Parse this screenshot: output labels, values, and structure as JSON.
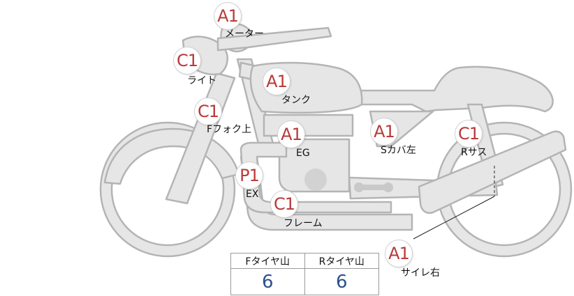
{
  "colors": {
    "bike_fill": "#e6e6e6",
    "bike_stroke": "#b4b4b4",
    "grade_text": "#b83a3a",
    "tread_value": "#2d4f8f"
  },
  "parts": [
    {
      "id": "meter",
      "grade": "A1",
      "label": "メーター"
    },
    {
      "id": "light",
      "grade": "C1",
      "label": "ライト"
    },
    {
      "id": "tank",
      "grade": "A1",
      "label": "タンク"
    },
    {
      "id": "front-fork-top",
      "grade": "C1",
      "label": "Fフォク上"
    },
    {
      "id": "engine",
      "grade": "A1",
      "label": "EG"
    },
    {
      "id": "side-cover-left",
      "grade": "A1",
      "label": "Sカバ左"
    },
    {
      "id": "rear-suspension",
      "grade": "C1",
      "label": "Rサス"
    },
    {
      "id": "exhaust",
      "grade": "P1",
      "label": "EX"
    },
    {
      "id": "frame",
      "grade": "C1",
      "label": "フレーム"
    },
    {
      "id": "muffler-right",
      "grade": "A1",
      "label": "サイレ右"
    }
  ],
  "tread": {
    "front_label": "Fタイヤ山",
    "front_value": "6",
    "rear_label": "Rタイヤ山",
    "rear_value": "6"
  }
}
